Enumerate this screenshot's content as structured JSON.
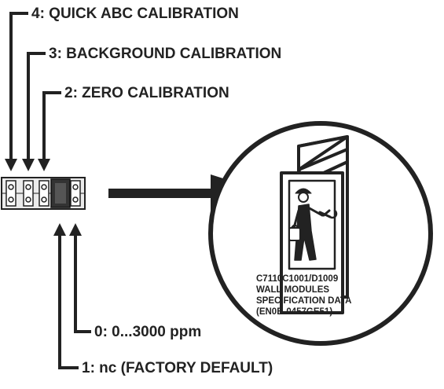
{
  "labels": {
    "quick_abc": "4: QUICK ABC CALIBRATION",
    "background": "3: BACKGROUND CALIBRATION",
    "zero": "2: ZERO CALIBRATION",
    "range": "0: 0...3000 ppm",
    "nc_default": "1: nc (FACTORY DEFAULT)"
  },
  "book": {
    "line1": "C7110C1001/D1009",
    "line2": "WALL MODULES",
    "line3": "SPECIFICATION DATA",
    "line4": "(EN0B-0457GE51)"
  },
  "icons": {
    "connector": "jumper-header-icon",
    "arrow": "right-arrow-icon",
    "document": "specification-book-icon",
    "worker": "technician-with-wrench-icon"
  },
  "colors": {
    "ink": "#222222",
    "jumper": "#333333",
    "header_fill": "#ebebeb"
  }
}
